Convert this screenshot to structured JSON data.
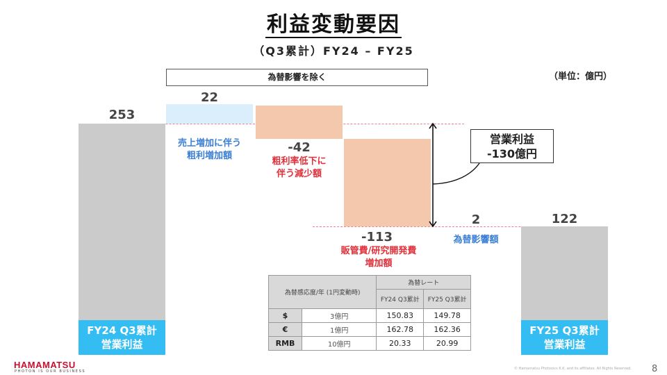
{
  "header": {
    "title": "利益変動要因",
    "subtitle": "（Q3累計）FY24 – FY25",
    "fx_excluded_label": "為替影響を除く",
    "unit": "（単位：億円）"
  },
  "chart_labels": {
    "start_value": "253",
    "sales_increase_value": "22",
    "sales_increase_label": [
      "売上増加に伴う",
      "粗利増加額"
    ],
    "margin_decline_value": "-42",
    "margin_decline_label": [
      "粗利率低下に",
      "伴う減少額"
    ],
    "sga_rd_value": "-113",
    "sga_rd_label": [
      "販管費/研究開発費",
      "増加額"
    ],
    "fx_value": "2",
    "fx_label": "為替影響額",
    "end_value": "122",
    "start_category": [
      "FY24 Q3累計",
      "営業利益"
    ],
    "end_category": [
      "FY25 Q3累計",
      "営業利益"
    ],
    "callout": [
      "営業利益",
      "-130億円"
    ]
  },
  "fx_table": {
    "header_left": "為替感応度/年 (1円変動時)",
    "header_right": "為替レート",
    "col_fy24": "FY24 Q3累計",
    "col_fy25": "FY25 Q3累計",
    "rows": [
      {
        "currency": "$",
        "sensitivity": "3億円",
        "fy24": "150.83",
        "fy25": "149.78"
      },
      {
        "currency": "€",
        "sensitivity": "1億円",
        "fy24": "162.78",
        "fy25": "162.36"
      },
      {
        "currency": "RMB",
        "sensitivity": "10億円",
        "fy24": "20.33",
        "fy25": "20.99"
      }
    ]
  },
  "footer": {
    "logo": "HAMAMATSU",
    "tagline": "PHOTON IS OUR BUSINESS",
    "copyright": "© Hamamatsu Photonics K.K. and its affiliates. All Rights Reserved.",
    "page_number": "8"
  },
  "colors": {
    "total_bar": "#cbcbcb",
    "increase_bar": "#dbeefb",
    "decrease_bar": "#f3c8ad",
    "category_box": "#33bdf2",
    "positive_label": "#3b7fd4",
    "negative_label": "#e0303a",
    "dashed_line": "#f08090",
    "logo": "#c8102e"
  },
  "chart_data": {
    "type": "bar",
    "subtype": "waterfall",
    "title": "利益変動要因",
    "subtitle": "（Q3累計）FY24 – FY25",
    "unit": "億円",
    "categories": [
      "FY24 Q3累計 営業利益",
      "売上増加に伴う粗利増加額",
      "粗利率低下に伴う減少額",
      "販管費/研究開発費増加額",
      "為替影響額",
      "FY25 Q3累計 営業利益"
    ],
    "values": [
      253,
      22,
      -42,
      -113,
      2,
      122
    ],
    "measure": [
      "total",
      "relative",
      "relative",
      "relative",
      "relative",
      "total"
    ],
    "annotations": [
      "為替影響を除く (applies to 22, -42, -113)",
      "営業利益 -130億円"
    ]
  }
}
